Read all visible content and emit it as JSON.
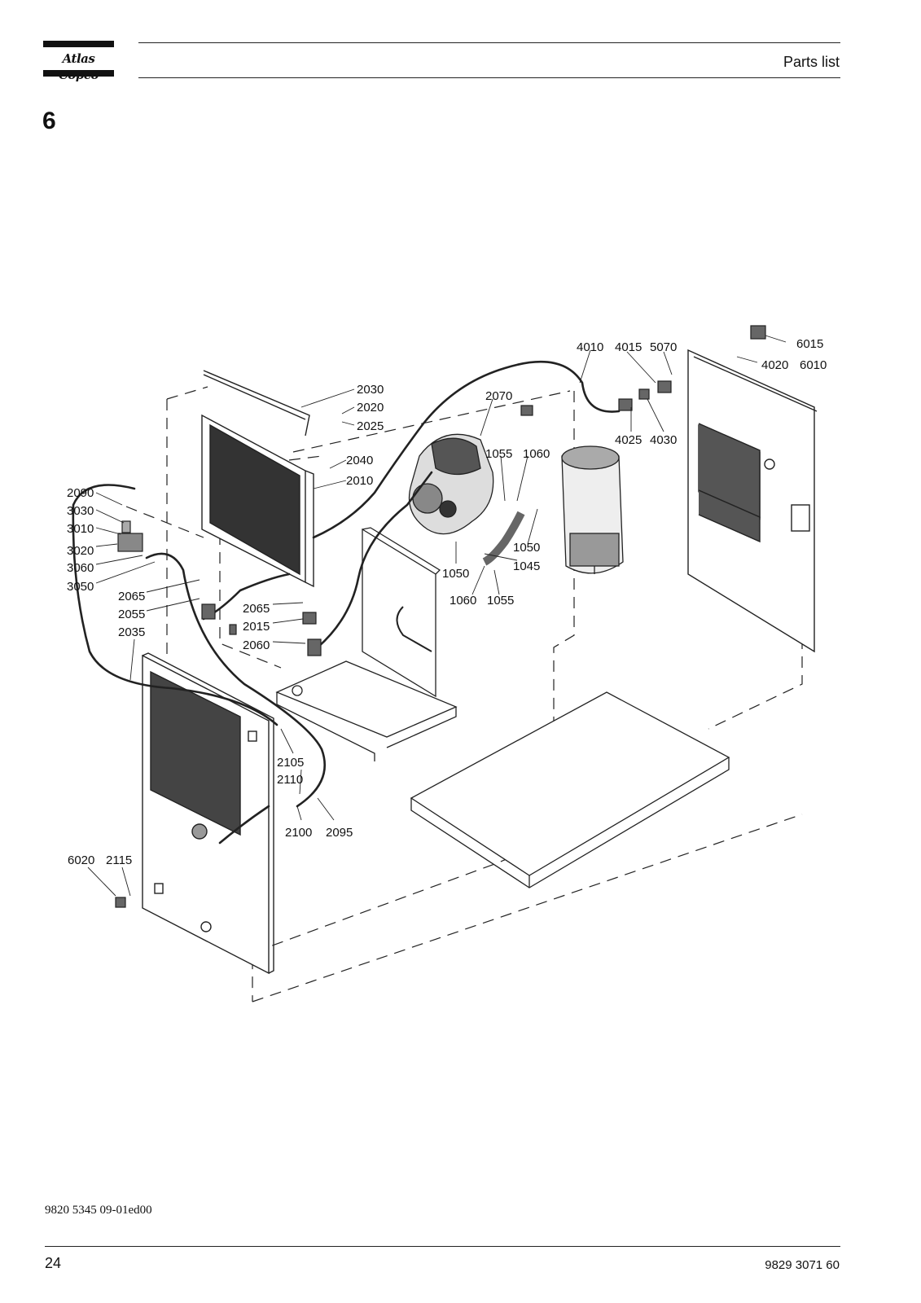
{
  "header": {
    "brand": "Atlas Copco",
    "section_title": "Parts list"
  },
  "section_number": "6",
  "callouts": [
    {
      "id": "c2030",
      "label": "2030"
    },
    {
      "id": "c2020",
      "label": "2020"
    },
    {
      "id": "c2025",
      "label": "2025"
    },
    {
      "id": "c2040",
      "label": "2040"
    },
    {
      "id": "c2010",
      "label": "2010"
    },
    {
      "id": "c2070",
      "label": "2070"
    },
    {
      "id": "c4010",
      "label": "4010"
    },
    {
      "id": "c4015",
      "label": "4015"
    },
    {
      "id": "c5070",
      "label": "5070"
    },
    {
      "id": "c6015",
      "label": "6015"
    },
    {
      "id": "c4020",
      "label": "4020"
    },
    {
      "id": "c6010",
      "label": "6010"
    },
    {
      "id": "c4025",
      "label": "4025"
    },
    {
      "id": "c4030",
      "label": "4030"
    },
    {
      "id": "c1055a",
      "label": "1055"
    },
    {
      "id": "c1060a",
      "label": "1060"
    },
    {
      "id": "c1050a",
      "label": "1050"
    },
    {
      "id": "c1045",
      "label": "1045"
    },
    {
      "id": "c1050b",
      "label": "1050"
    },
    {
      "id": "c1060b",
      "label": "1060"
    },
    {
      "id": "c1055b",
      "label": "1055"
    },
    {
      "id": "c2090",
      "label": "2090"
    },
    {
      "id": "c3030",
      "label": "3030"
    },
    {
      "id": "c3010",
      "label": "3010"
    },
    {
      "id": "c3020",
      "label": "3020"
    },
    {
      "id": "c3060",
      "label": "3060"
    },
    {
      "id": "c3050",
      "label": "3050"
    },
    {
      "id": "c2065a",
      "label": "2065"
    },
    {
      "id": "c2055",
      "label": "2055"
    },
    {
      "id": "c2035",
      "label": "2035"
    },
    {
      "id": "c2065b",
      "label": "2065"
    },
    {
      "id": "c2015",
      "label": "2015"
    },
    {
      "id": "c2060",
      "label": "2060"
    },
    {
      "id": "c2105",
      "label": "2105"
    },
    {
      "id": "c2110",
      "label": "2110"
    },
    {
      "id": "c2100",
      "label": "2100"
    },
    {
      "id": "c2095",
      "label": "2095"
    },
    {
      "id": "c6020",
      "label": "6020"
    },
    {
      "id": "c2115",
      "label": "2115"
    }
  ],
  "footer": {
    "doc_code": "9820 5345 09-01ed00",
    "page_number": "24",
    "part_number": "9829 3071 60"
  }
}
